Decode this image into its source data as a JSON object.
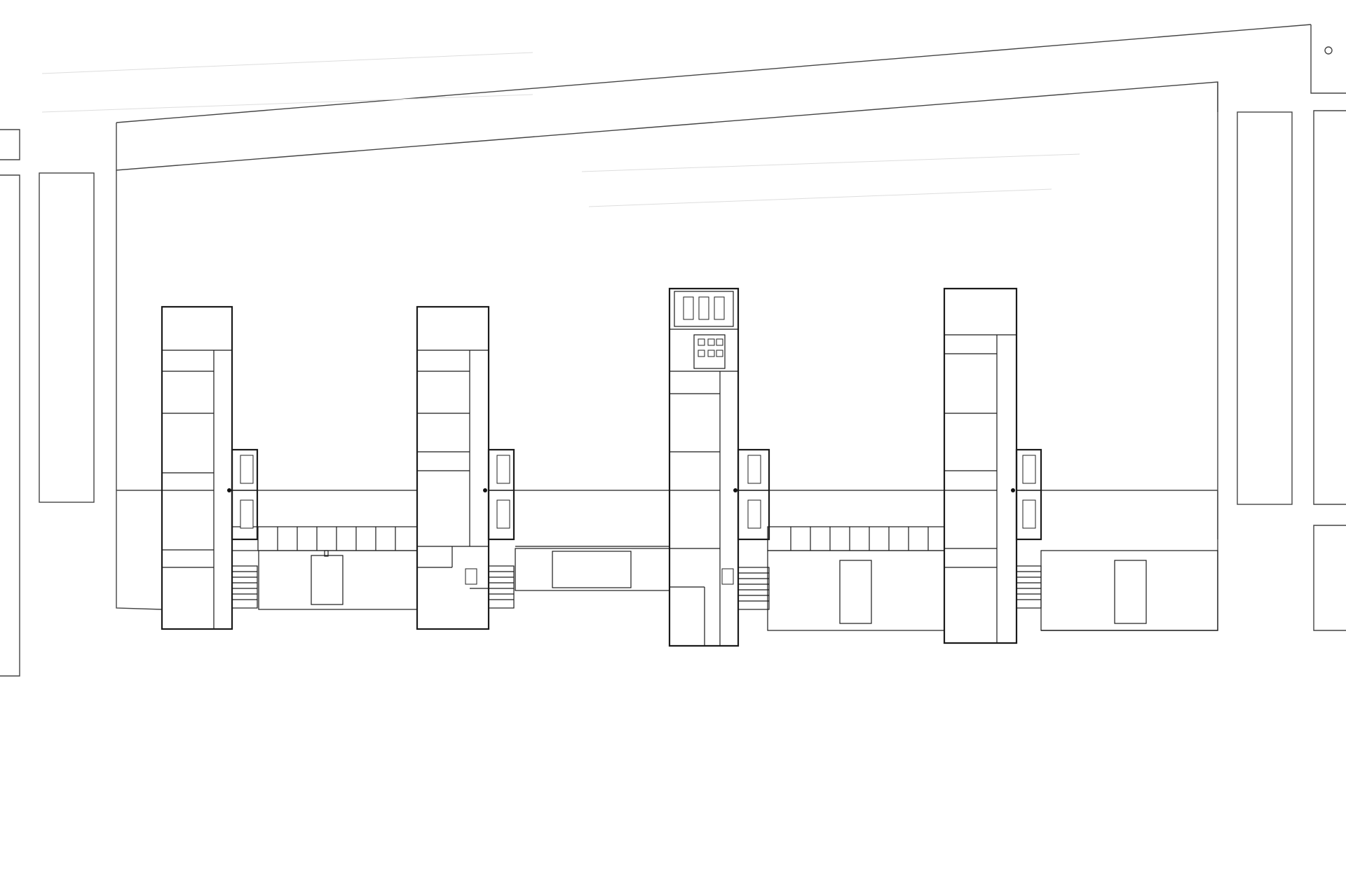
{
  "colors": {
    "background": "#ffffff",
    "wall": "#1a1a1a",
    "site_line": "#444444",
    "faint_line": "#dddddd"
  },
  "drawing": {
    "type": "floor-plan",
    "wings": [
      {
        "id": "wing-a"
      },
      {
        "id": "wing-b"
      },
      {
        "id": "wing-c"
      },
      {
        "id": "wing-d"
      }
    ],
    "links": [
      {
        "id": "link-ab"
      },
      {
        "id": "link-bc"
      },
      {
        "id": "link-cd"
      }
    ]
  }
}
